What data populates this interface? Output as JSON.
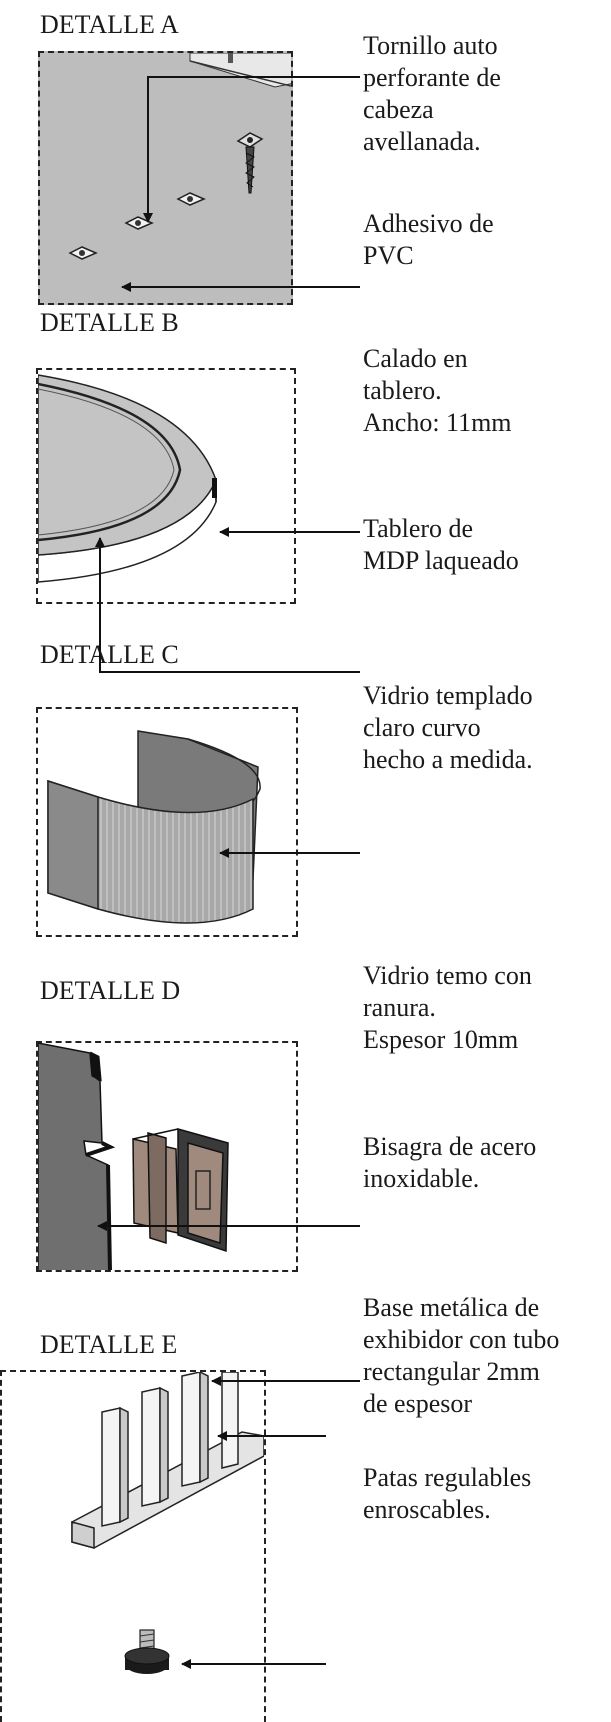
{
  "details": [
    {
      "title": "DETALLE A",
      "notes": [
        {
          "lines": [
            "Tornillo auto",
            "perforante de",
            "cabeza",
            "avellanada."
          ]
        },
        {
          "lines": [
            "Adhesivo de",
            "PVC"
          ]
        }
      ]
    },
    {
      "title": "DETALLE B",
      "notes": [
        {
          "lines": [
            "Calado en",
            "tablero.",
            "Ancho: 11mm"
          ]
        },
        {
          "lines": [
            "Tablero de",
            "MDP laqueado"
          ]
        }
      ]
    },
    {
      "title": "DETALLE C",
      "notes": [
        {
          "lines": [
            "Vidrio templado",
            "claro curvo",
            "hecho a medida."
          ]
        }
      ]
    },
    {
      "title": "DETALLE D",
      "notes": [
        {
          "lines": [
            "Vidrio temo con",
            "ranura.",
            "Espesor 10mm"
          ]
        },
        {
          "lines": [
            "Bisagra de acero",
            "inoxidable."
          ]
        }
      ]
    },
    {
      "title": "DETALLE E",
      "notes": [
        {
          "lines": [
            "Base metálica de",
            "exhibidor con tubo",
            "rectangular 2mm",
            "de espesor"
          ]
        },
        {
          "lines": [
            "Patas regulables",
            "enroscables."
          ]
        }
      ]
    }
  ],
  "colors": {
    "panel_gray": "#bdbdbd",
    "glass_gray": "#8c8c8c",
    "hinge_brown": "#9a8478",
    "line": "#1a1a1a"
  }
}
